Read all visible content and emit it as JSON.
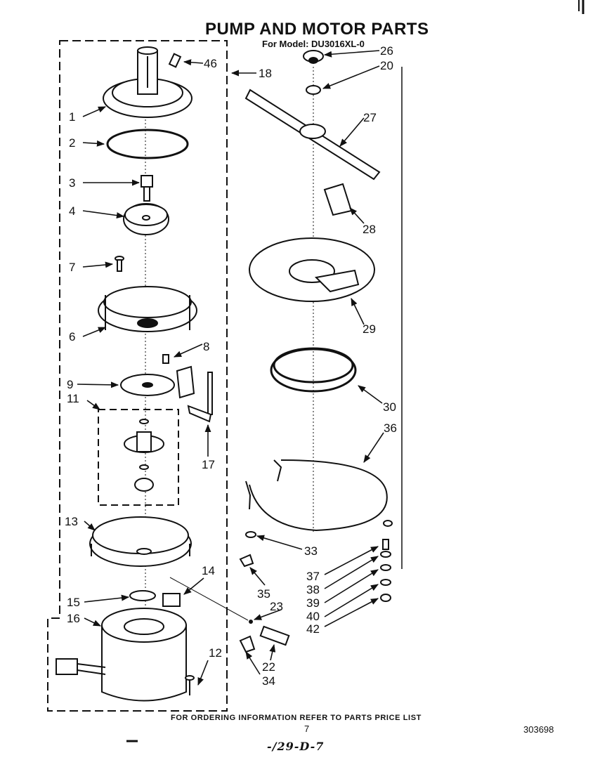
{
  "title": "PUMP AND MOTOR PARTS",
  "subtitle": "For Model: DU3016XL-0",
  "footer": "FOR ORDERING INFORMATION REFER TO PARTS PRICE LIST",
  "page_number": "7",
  "document_number": "303698",
  "handwritten_note": "-/29-D-7",
  "callouts": {
    "c1": "1",
    "c2": "2",
    "c3": "3",
    "c4": "4",
    "c6": "6",
    "c7": "7",
    "c8": "8",
    "c9": "9",
    "c11": "11",
    "c12": "12",
    "c13": "13",
    "c14": "14",
    "c15": "15",
    "c16": "16",
    "c17": "17",
    "c18": "18",
    "c20": "20",
    "c22": "22",
    "c23": "23",
    "c26": "26",
    "c27": "27",
    "c28": "28",
    "c29": "29",
    "c30": "30",
    "c33": "33",
    "c34": "34",
    "c35": "35",
    "c36": "36",
    "c37": "37",
    "c38": "38",
    "c39": "39",
    "c40": "40",
    "c42": "42",
    "c46": "46"
  }
}
